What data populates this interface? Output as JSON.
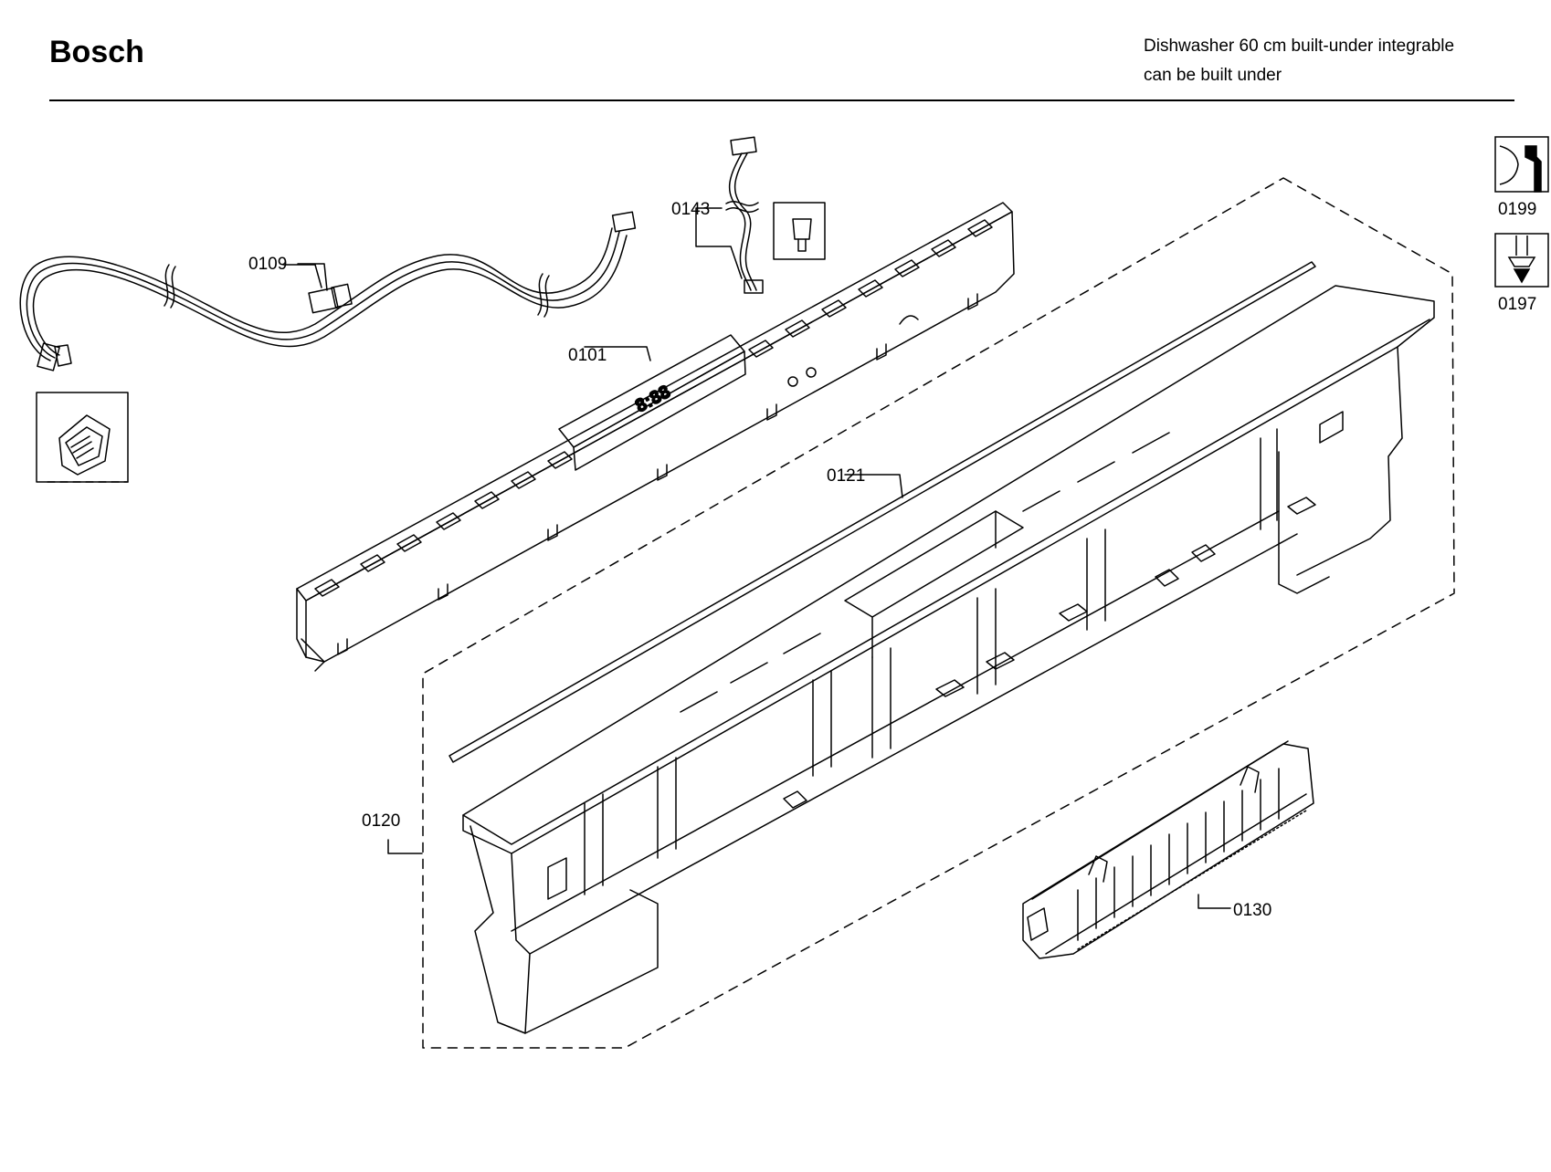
{
  "header": {
    "brand": "Bosch",
    "title_line1": "Dishwasher 60 cm built-under integrable",
    "title_line2": "can be built under"
  },
  "parts": [
    {
      "id": "0109",
      "label": "0109"
    },
    {
      "id": "0143",
      "label": "0143"
    },
    {
      "id": "0101",
      "label": "0101"
    },
    {
      "id": "0121",
      "label": "0121"
    },
    {
      "id": "0120",
      "label": "0120"
    },
    {
      "id": "0130",
      "label": "0130"
    }
  ],
  "tools": [
    {
      "id": "0199",
      "label": "0199",
      "icon": "wrench-icon"
    },
    {
      "id": "0197",
      "label": "0197",
      "icon": "screwdriver-icon"
    }
  ],
  "display_text": "8:88"
}
